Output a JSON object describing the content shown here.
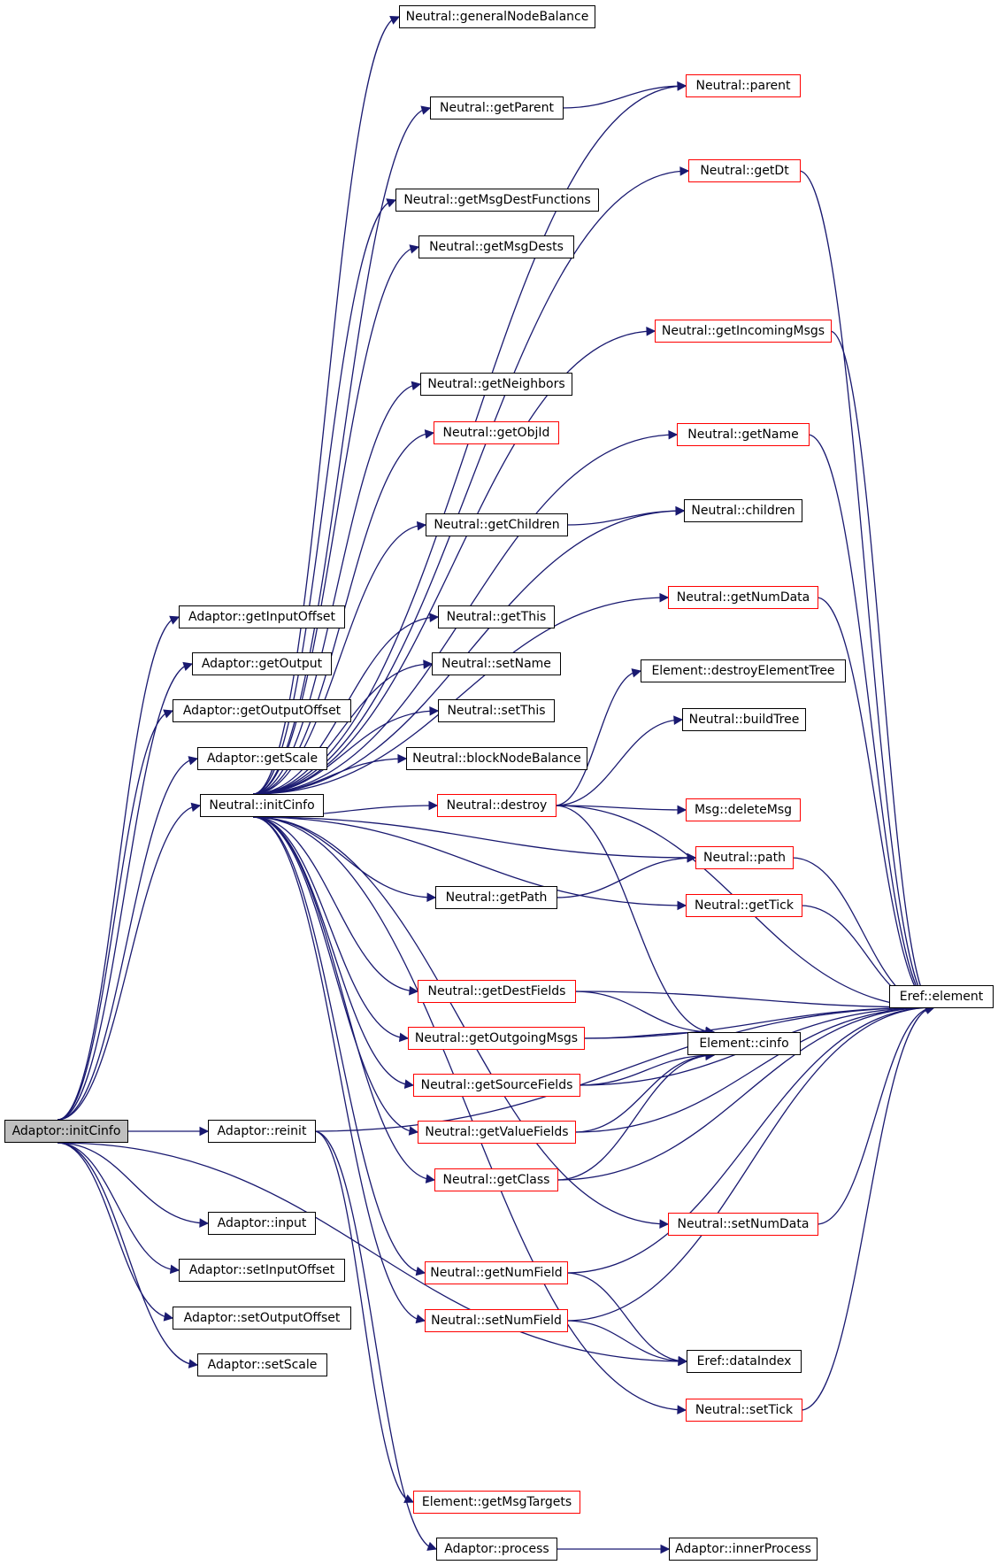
{
  "colors": {
    "edge": "#191970",
    "plain_border": "#000000",
    "truncated_border": "#ff0000",
    "root_fill": "#bfbfbf"
  },
  "nodes": {
    "adaptor_initCinfo": "Adaptor::initCinfo",
    "adaptor_getInputOffset": "Adaptor::getInputOffset",
    "adaptor_getOutput": "Adaptor::getOutput",
    "adaptor_getOutputOffset": "Adaptor::getOutputOffset",
    "adaptor_getScale": "Adaptor::getScale",
    "neutral_initCinfo": "Neutral::initCinfo",
    "adaptor_reinit": "Adaptor::reinit",
    "adaptor_input": "Adaptor::input",
    "adaptor_setInputOffset": "Adaptor::setInputOffset",
    "adaptor_setOutputOffset": "Adaptor::setOutputOffset",
    "adaptor_setScale": "Adaptor::setScale",
    "neutral_generalNodeBalance": "Neutral::generalNodeBalance",
    "neutral_getParent": "Neutral::getParent",
    "neutral_getMsgDestFunctions": "Neutral::getMsgDestFunctions",
    "neutral_getMsgDests": "Neutral::getMsgDests",
    "neutral_getNeighbors": "Neutral::getNeighbors",
    "neutral_getObjId": "Neutral::getObjId",
    "neutral_getChildren": "Neutral::getChildren",
    "neutral_getThis": "Neutral::getThis",
    "neutral_setName": "Neutral::setName",
    "neutral_setThis": "Neutral::setThis",
    "neutral_blockNodeBalance": "Neutral::blockNodeBalance",
    "neutral_destroy": "Neutral::destroy",
    "neutral_getPath": "Neutral::getPath",
    "neutral_getDestFields": "Neutral::getDestFields",
    "neutral_getOutgoingMsgs": "Neutral::getOutgoingMsgs",
    "neutral_getSourceFields": "Neutral::getSourceFields",
    "neutral_getValueFields": "Neutral::getValueFields",
    "neutral_getClass": "Neutral::getClass",
    "neutral_getNumField": "Neutral::getNumField",
    "neutral_setNumField": "Neutral::setNumField",
    "element_getMsgTargets": "Element::getMsgTargets",
    "adaptor_process": "Adaptor::process",
    "neutral_parent": "Neutral::parent",
    "neutral_getDt": "Neutral::getDt",
    "neutral_getIncomingMsgs": "Neutral::getIncomingMsgs",
    "neutral_getName": "Neutral::getName",
    "neutral_children": "Neutral::children",
    "neutral_getNumData": "Neutral::getNumData",
    "element_destroyElementTree": "Element::destroyElementTree",
    "neutral_buildTree": "Neutral::buildTree",
    "msg_deleteMsg": "Msg::deleteMsg",
    "neutral_path": "Neutral::path",
    "neutral_getTick": "Neutral::getTick",
    "element_cinfo": "Element::cinfo",
    "neutral_setNumData": "Neutral::setNumData",
    "eref_dataIndex": "Eref::dataIndex",
    "neutral_setTick": "Neutral::setTick",
    "adaptor_innerProcess": "Adaptor::innerProcess",
    "eref_element": "Eref::element"
  }
}
